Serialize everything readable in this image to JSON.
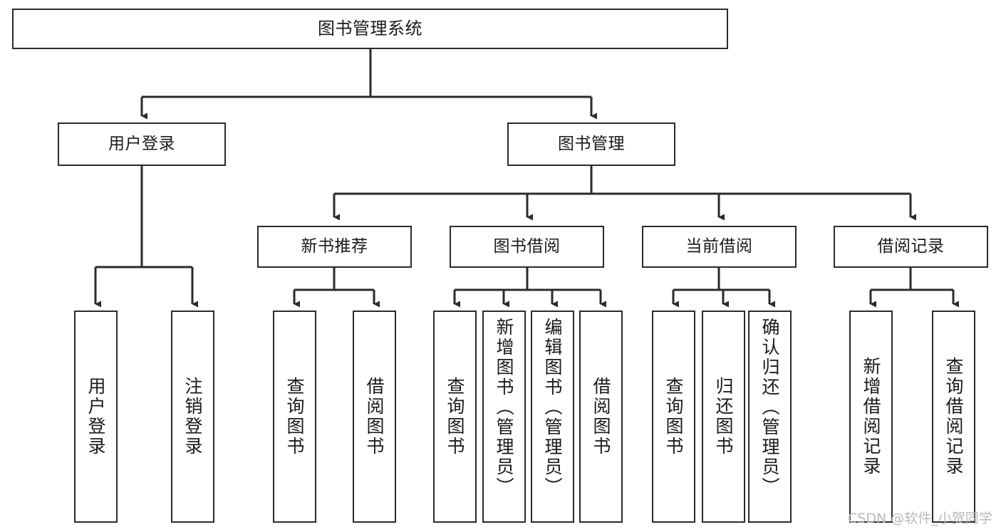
{
  "diagram": {
    "title": "图书管理系统",
    "type": "tree-hierarchy",
    "orientation": "top-down",
    "colors": {
      "box_border": "#2b2b2b",
      "box_fill": "#ffffff",
      "edge": "#2b2b2b",
      "text": "#1a1a1a",
      "watermark": "#b9b9b9",
      "background": "#ffffff"
    },
    "root": {
      "label": "图书管理系统"
    },
    "level2": [
      {
        "label": "用户登录"
      },
      {
        "label": "图书管理"
      }
    ],
    "level3": [
      {
        "label": "新书推荐"
      },
      {
        "label": "图书借阅"
      },
      {
        "label": "当前借阅"
      },
      {
        "label": "借阅记录"
      }
    ],
    "leaves": {
      "user_login": [
        {
          "label": "用户登录"
        },
        {
          "label": "注销登录"
        }
      ],
      "new_book_recommend": [
        {
          "label": "查询图书"
        },
        {
          "label": "借阅图书"
        }
      ],
      "book_borrow": [
        {
          "label": "查询图书"
        },
        {
          "label": "新增图书（管理员）"
        },
        {
          "label": "编辑图书（管理员）"
        },
        {
          "label": "借阅图书"
        }
      ],
      "current_borrow": [
        {
          "label": "查询图书"
        },
        {
          "label": "归还图书"
        },
        {
          "label": "确认归还（管理员）"
        }
      ],
      "borrow_record": [
        {
          "label": "新增借阅记录"
        },
        {
          "label": "查询借阅记录"
        }
      ]
    }
  },
  "watermark": {
    "text": "CSDN @软件_小贺同学"
  }
}
